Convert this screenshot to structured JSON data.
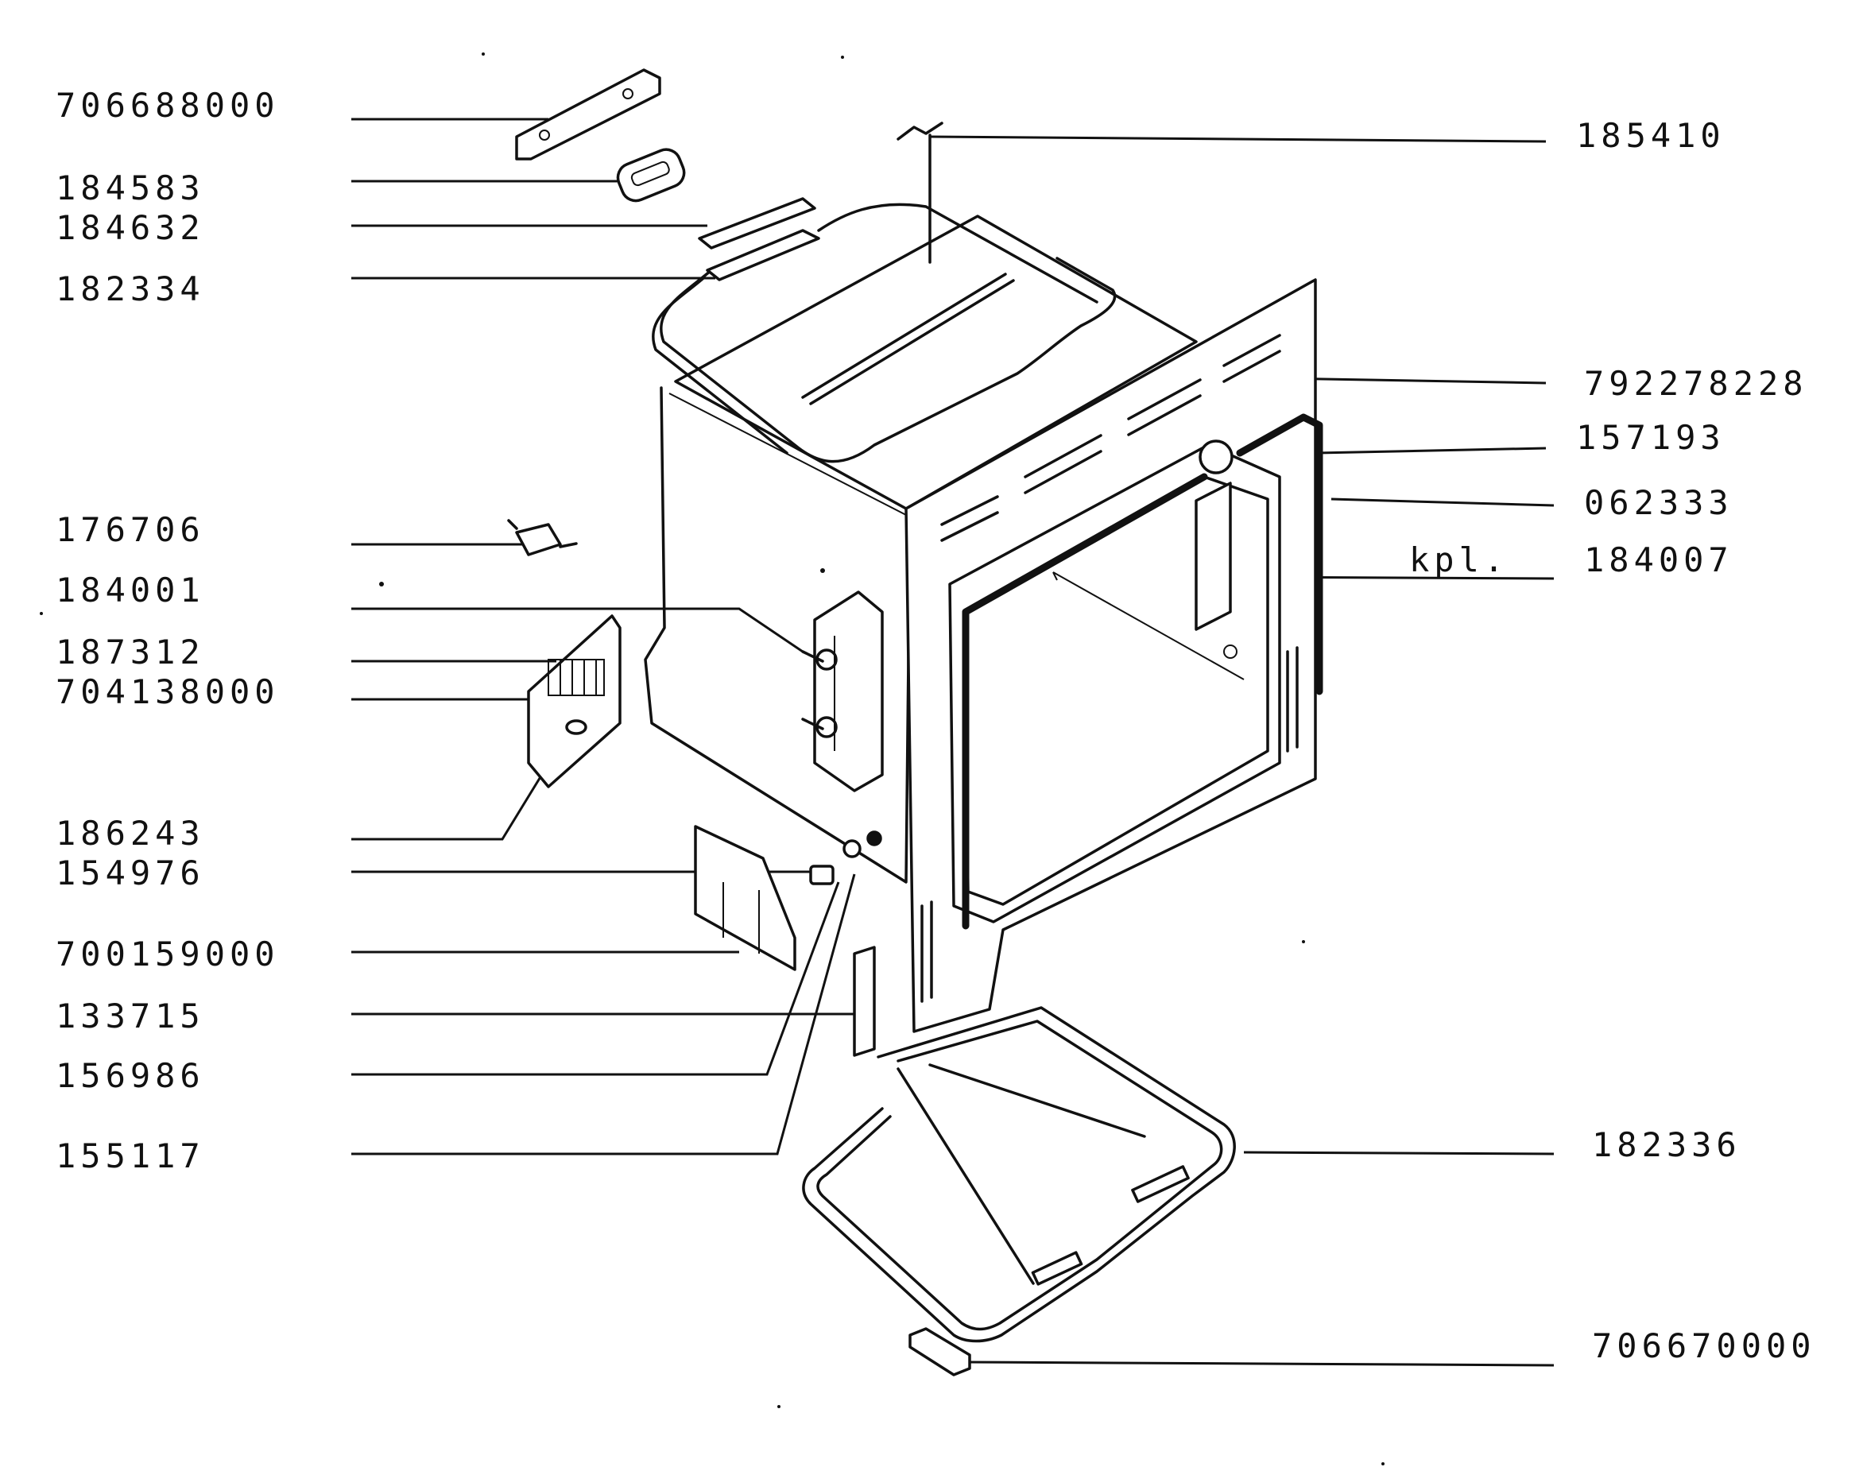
{
  "diagram": {
    "labels": {
      "p706688000": "706688000",
      "p184583": "184583",
      "p184632": "184632",
      "p182334": "182334",
      "p176706": "176706",
      "p184001": "184001",
      "p187312": "187312",
      "p704138000": "704138000",
      "p186243": "186243",
      "p154976": "154976",
      "p700159000": "700159000",
      "p133715": "133715",
      "p156986": "156986",
      "p155117": "155117",
      "p185410": "185410",
      "p792278228": "792278228",
      "p157193": "157193",
      "p062333": "062333",
      "kpl": "kpl.",
      "p184007": "184007",
      "p182336": "182336",
      "p706670000": "706670000"
    }
  }
}
